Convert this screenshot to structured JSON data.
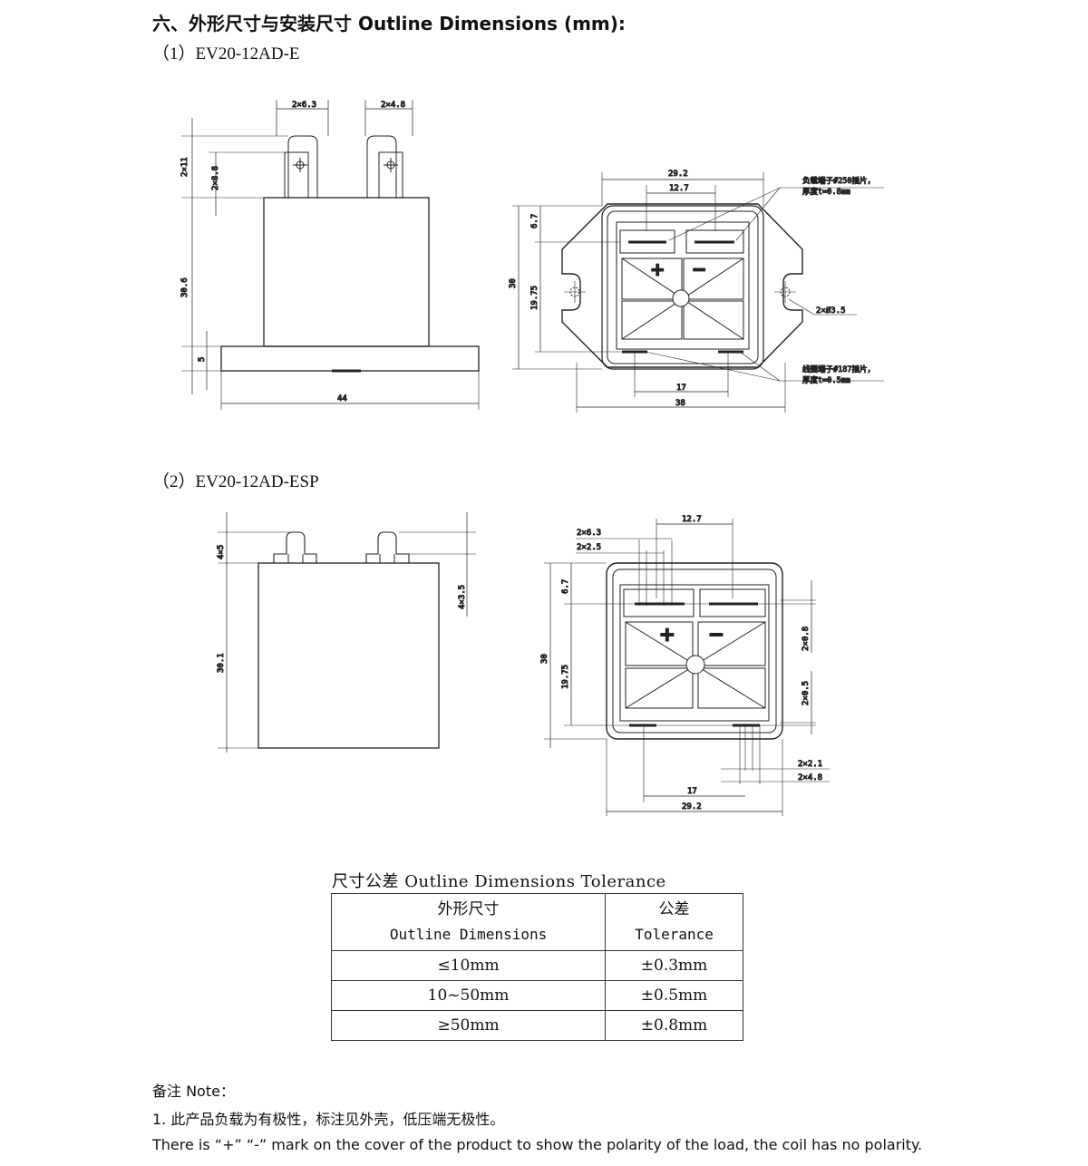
{
  "heading": "六、外形尺寸与安装尺寸 Outline Dimensions (mm):",
  "model1": "（1）EV20-12AD-E",
  "model2": "（2）EV20-12AD-ESP",
  "drawing1": {
    "dims": {
      "w_2x63": "2×6.3",
      "w_2x48": "2×4.8",
      "h_2x11": "2×11",
      "h_2x88": "2×8.8",
      "h_306": "30.6",
      "h_5": "5",
      "w_44": "44",
      "w_292": "29.2",
      "w_127": "12.7",
      "h_67": "6.7",
      "h_30": "30",
      "h_1975": "19.75",
      "w_17": "17",
      "w_38": "38",
      "hole": "2×Ø3.5"
    },
    "annotations": {
      "load_terminal_1": "负载端子#250插片，",
      "load_terminal_2": "厚度t=0.8mm",
      "coil_terminal_1": "线圈端子#187插片，",
      "coil_terminal_2": "厚度t=0.5mm"
    },
    "symbols": {
      "plus": "+",
      "minus": "−"
    }
  },
  "drawing2": {
    "dims": {
      "h_4x5": "4×5",
      "h_4x35": "4×3.5",
      "h_301": "30.1",
      "w_127": "12.7",
      "w_2x63": "2×6.3",
      "w_2x25": "2×2.5",
      "h_67": "6.7",
      "h_30": "30",
      "h_1975": "19.75",
      "v_2x08": "2×0.8",
      "v_2x05": "2×0.5",
      "w_2x21": "2×2.1",
      "w_2x48": "2×4.8",
      "w_17": "17",
      "w_292": "29.2"
    },
    "symbols": {
      "plus": "+",
      "minus": "−"
    }
  },
  "tolerance": {
    "title": "尺寸公差 Outline Dimensions Tolerance",
    "header_cn": [
      "外形尺寸",
      "公差"
    ],
    "header_en": [
      "Outline Dimensions",
      "Tolerance"
    ],
    "rows": [
      [
        "≤10mm",
        "±0.3mm"
      ],
      [
        "10~50mm",
        "±0.5mm"
      ],
      [
        "≥50mm",
        "±0.8mm"
      ]
    ]
  },
  "notes": {
    "label": "备注 Note：",
    "line1": "1. 此产品负载为有极性，标注见外壳，低压端无极性。",
    "line2": "There is “+” “-” mark on the cover of the product to show the polarity of the load, the coil has no polarity."
  }
}
